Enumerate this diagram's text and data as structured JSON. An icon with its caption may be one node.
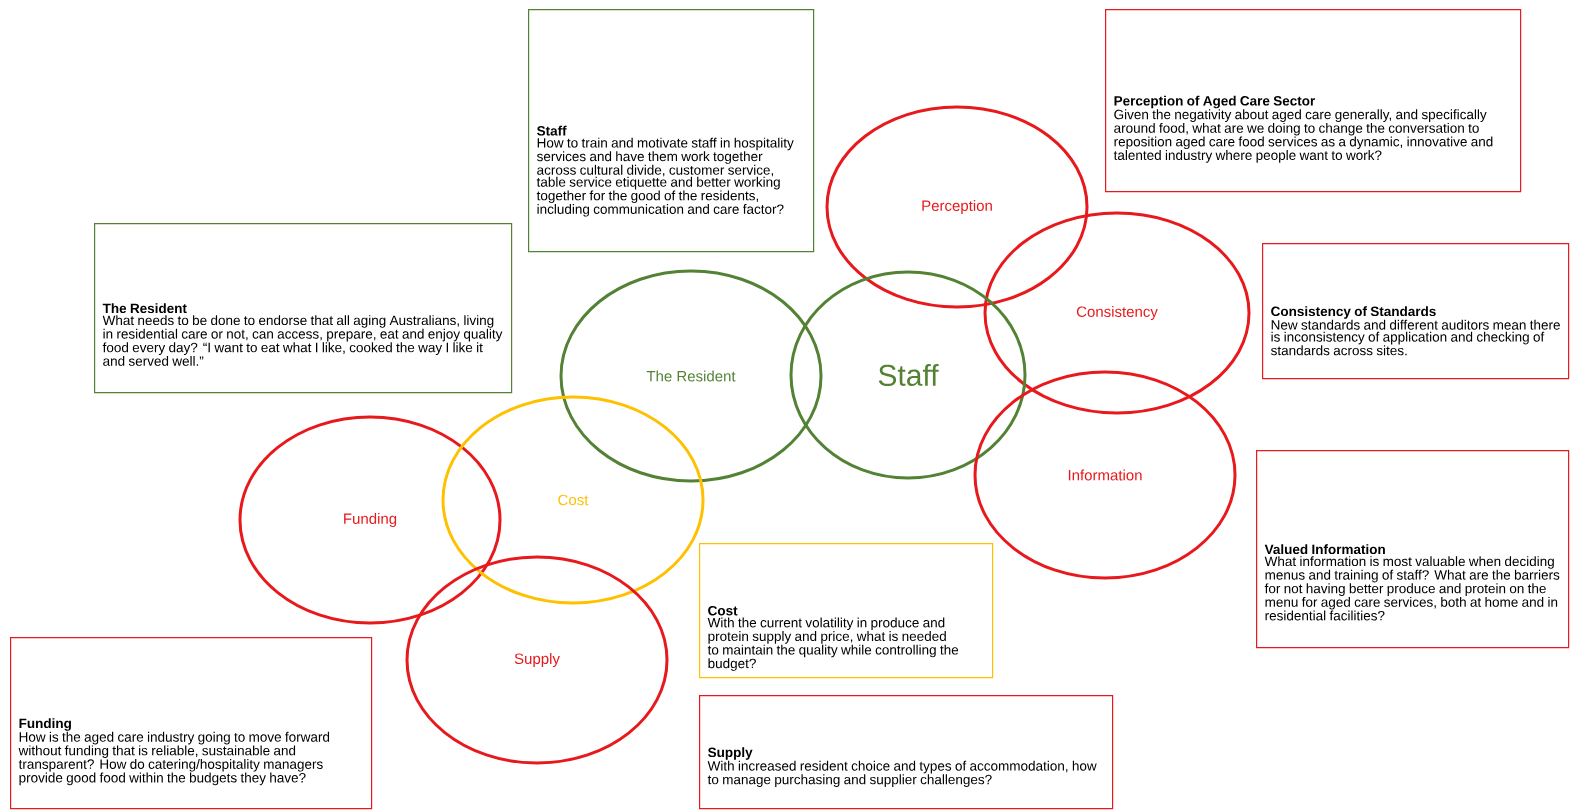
{
  "diagram": {
    "nodes": [
      {
        "text": [
          "Staff",
          "How to train and motivate staff in hospitality services and have them work together across cultural divide, customer service, table service etiquette and better working together for the good of the residents, including communication and care factor?"
        ]
      },
      {
        "text": [
          "Perception of Aged Care Sector",
          "Given the negativity about aged care generally, and specifically around food, what are we doing to change the conversation to reposition aged care food services as a dynamic, innovative and talented industry where people want to work?"
        ]
      },
      {
        "text": [
          "Perception"
        ]
      },
      {
        "text": [
          "The Resident",
          "What needs to be done to endorse that all aging Australians, living in residential care or not, can access, prepare, eat and enjoy quality food every day? “I want to eat what I like, cooked the way I like it and served well.”"
        ]
      },
      {
        "text": [
          "Consistency of Standards",
          "New standards and different auditors mean there is inconsistency of application and checking of standards across sites."
        ]
      },
      {
        "text": [
          "Consistency"
        ]
      },
      {
        "text": [
          "The Resident"
        ]
      },
      {
        "text": [
          "Staff"
        ]
      },
      {
        "text": [
          "Valued Information",
          "What information is most valuable when deciding menus and training of staff? What are the barriers for not having better produce and protein on the menu for aged care services, both at home and in residential facilities?"
        ]
      },
      {
        "text": [
          "Information"
        ]
      },
      {
        "text": [
          "Funding"
        ]
      },
      {
        "text": [
          "Cost"
        ]
      },
      {
        "text": [
          "Cost",
          "With the current volatility in produce and protein supply and price, what is needed to maintain the quality while controlling the budget?"
        ]
      },
      {
        "text": [
          "Supply"
        ]
      },
      {
        "text": [
          "Funding",
          "How is the aged care industry going to move forward without funding that is reliable, sustainable and transparent? How do catering/hospitality managers provide good food within the budgets they have?"
        ]
      },
      {
        "text": [
          "Supply",
          "With increased resident choice and types of accommodation, how to manage purchasing and supplier challenges?"
        ]
      }
    ]
  }
}
